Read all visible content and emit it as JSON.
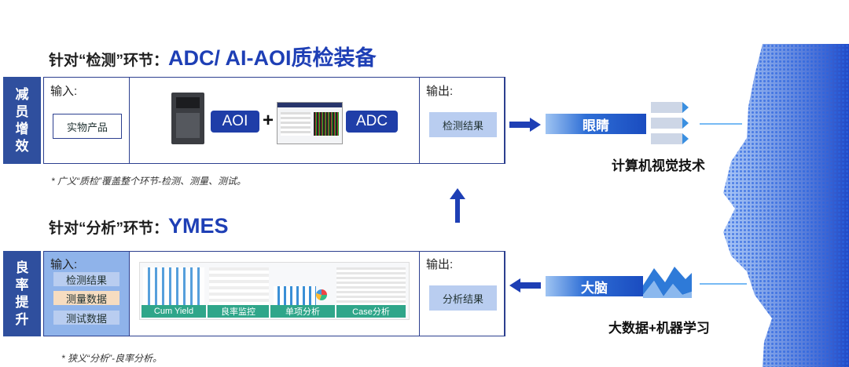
{
  "top": {
    "title_prefix": "针对“检测”环节：",
    "title_highlight": "ADC/ AI-AOI质检装备",
    "side_label": [
      "减",
      "员",
      "增",
      "效"
    ],
    "input_label": "输入:",
    "input_item": "实物产品",
    "aoi_label": "AOI",
    "plus": "+",
    "adc_label": "ADC",
    "output_label": "输出:",
    "output_item": "检测结果",
    "note": "* 广义“质检”覆盖整个环节-检测、测量、测试。"
  },
  "bottom": {
    "title_prefix": "针对“分析”环节：",
    "title_highlight": "YMES",
    "side_label": [
      "良",
      "率",
      "提",
      "升"
    ],
    "input_label": "输入:",
    "input_items": [
      "检测结果",
      "测量数据",
      "测试数据"
    ],
    "tabs": [
      "Cum Yield",
      "良率监控",
      "单项分析",
      "Case分析"
    ],
    "output_label": "输出:",
    "output_item": "分析结果",
    "note": "* 狭义“分析”-良率分析。"
  },
  "right": {
    "eye_label": "眼睛",
    "eye_caption": "计算机视觉技术",
    "brain_label": "大脑",
    "brain_caption": "大数据+机器学习"
  },
  "colors": {
    "accent": "#1e3fb5",
    "side": "#2f4f9e",
    "border": "#2c3f8f"
  }
}
